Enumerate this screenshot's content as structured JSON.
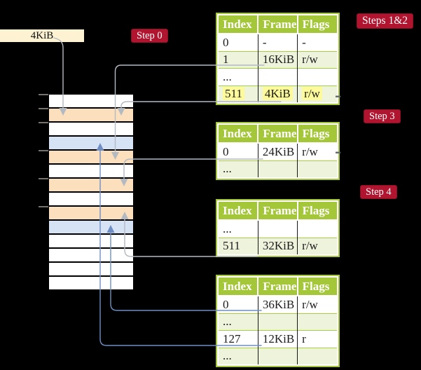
{
  "colors": {
    "background": "#000000",
    "table_header_green": "#a4c639",
    "table_row_green": "#eef3dc",
    "table_row_separator": "#a9ce3d",
    "highlight_yellow": "#fdfa9b",
    "badge_red": "#b0142f",
    "badge_border": "#8c0f24",
    "kib_box_cream": "#fdf3d3",
    "frame_orange": "#fcdfbc",
    "frame_blue": "#d5e3f5",
    "line_gray": "#b4bac2",
    "line_blue": "#6f8ec4",
    "tick_gray": "#75716b"
  },
  "kib_box": {
    "label": "4KiB"
  },
  "badges": {
    "step0": "Step 0",
    "steps12": "Steps 1&2",
    "step3": "Step 3",
    "step4": "Step 4"
  },
  "memory_stack": {
    "rows": [
      "white",
      "orange",
      "white",
      "blue",
      "orange",
      "white",
      "orange",
      "white",
      "orange",
      "blue",
      "white",
      "white",
      "white",
      "white"
    ],
    "tick_boundaries": [
      0,
      1,
      2,
      4,
      6,
      8
    ]
  },
  "tables": [
    {
      "name": "page-table-steps-1-2",
      "headers": [
        "Index",
        "Frame",
        "Flags"
      ],
      "rows": [
        {
          "cells": [
            "0",
            "-",
            "-"
          ],
          "shaded": false,
          "highlighted": false
        },
        {
          "cells": [
            "1",
            "16KiB",
            "r/w"
          ],
          "shaded": true,
          "highlighted": false
        },
        {
          "cells": [
            "...",
            "",
            ""
          ],
          "shaded": false,
          "highlighted": false
        },
        {
          "cells": [
            "511",
            "4KiB",
            "r/w"
          ],
          "shaded": true,
          "highlighted": true
        }
      ]
    },
    {
      "name": "page-table-step-3",
      "headers": [
        "Index",
        "Frame",
        "Flags"
      ],
      "rows": [
        {
          "cells": [
            "0",
            "24KiB",
            "r/w"
          ],
          "shaded": false,
          "highlighted": false
        },
        {
          "cells": [
            "...",
            "",
            ""
          ],
          "shaded": true,
          "highlighted": false
        }
      ]
    },
    {
      "name": "page-table-step-4",
      "headers": [
        "Index",
        "Frame",
        "Flags"
      ],
      "rows": [
        {
          "cells": [
            "...",
            "",
            ""
          ],
          "shaded": false,
          "highlighted": false
        },
        {
          "cells": [
            "511",
            "32KiB",
            "r/w"
          ],
          "shaded": true,
          "highlighted": false
        }
      ]
    },
    {
      "name": "page-table-final",
      "headers": [
        "Index",
        "Frame",
        "Flags"
      ],
      "rows": [
        {
          "cells": [
            "0",
            "36KiB",
            "r/w"
          ],
          "shaded": false,
          "highlighted": false
        },
        {
          "cells": [
            "...",
            "",
            ""
          ],
          "shaded": true,
          "highlighted": false
        },
        {
          "cells": [
            "127",
            "12KiB",
            "r"
          ],
          "shaded": false,
          "highlighted": false
        },
        {
          "cells": [
            "...",
            "",
            ""
          ],
          "shaded": true,
          "highlighted": false
        }
      ]
    }
  ]
}
